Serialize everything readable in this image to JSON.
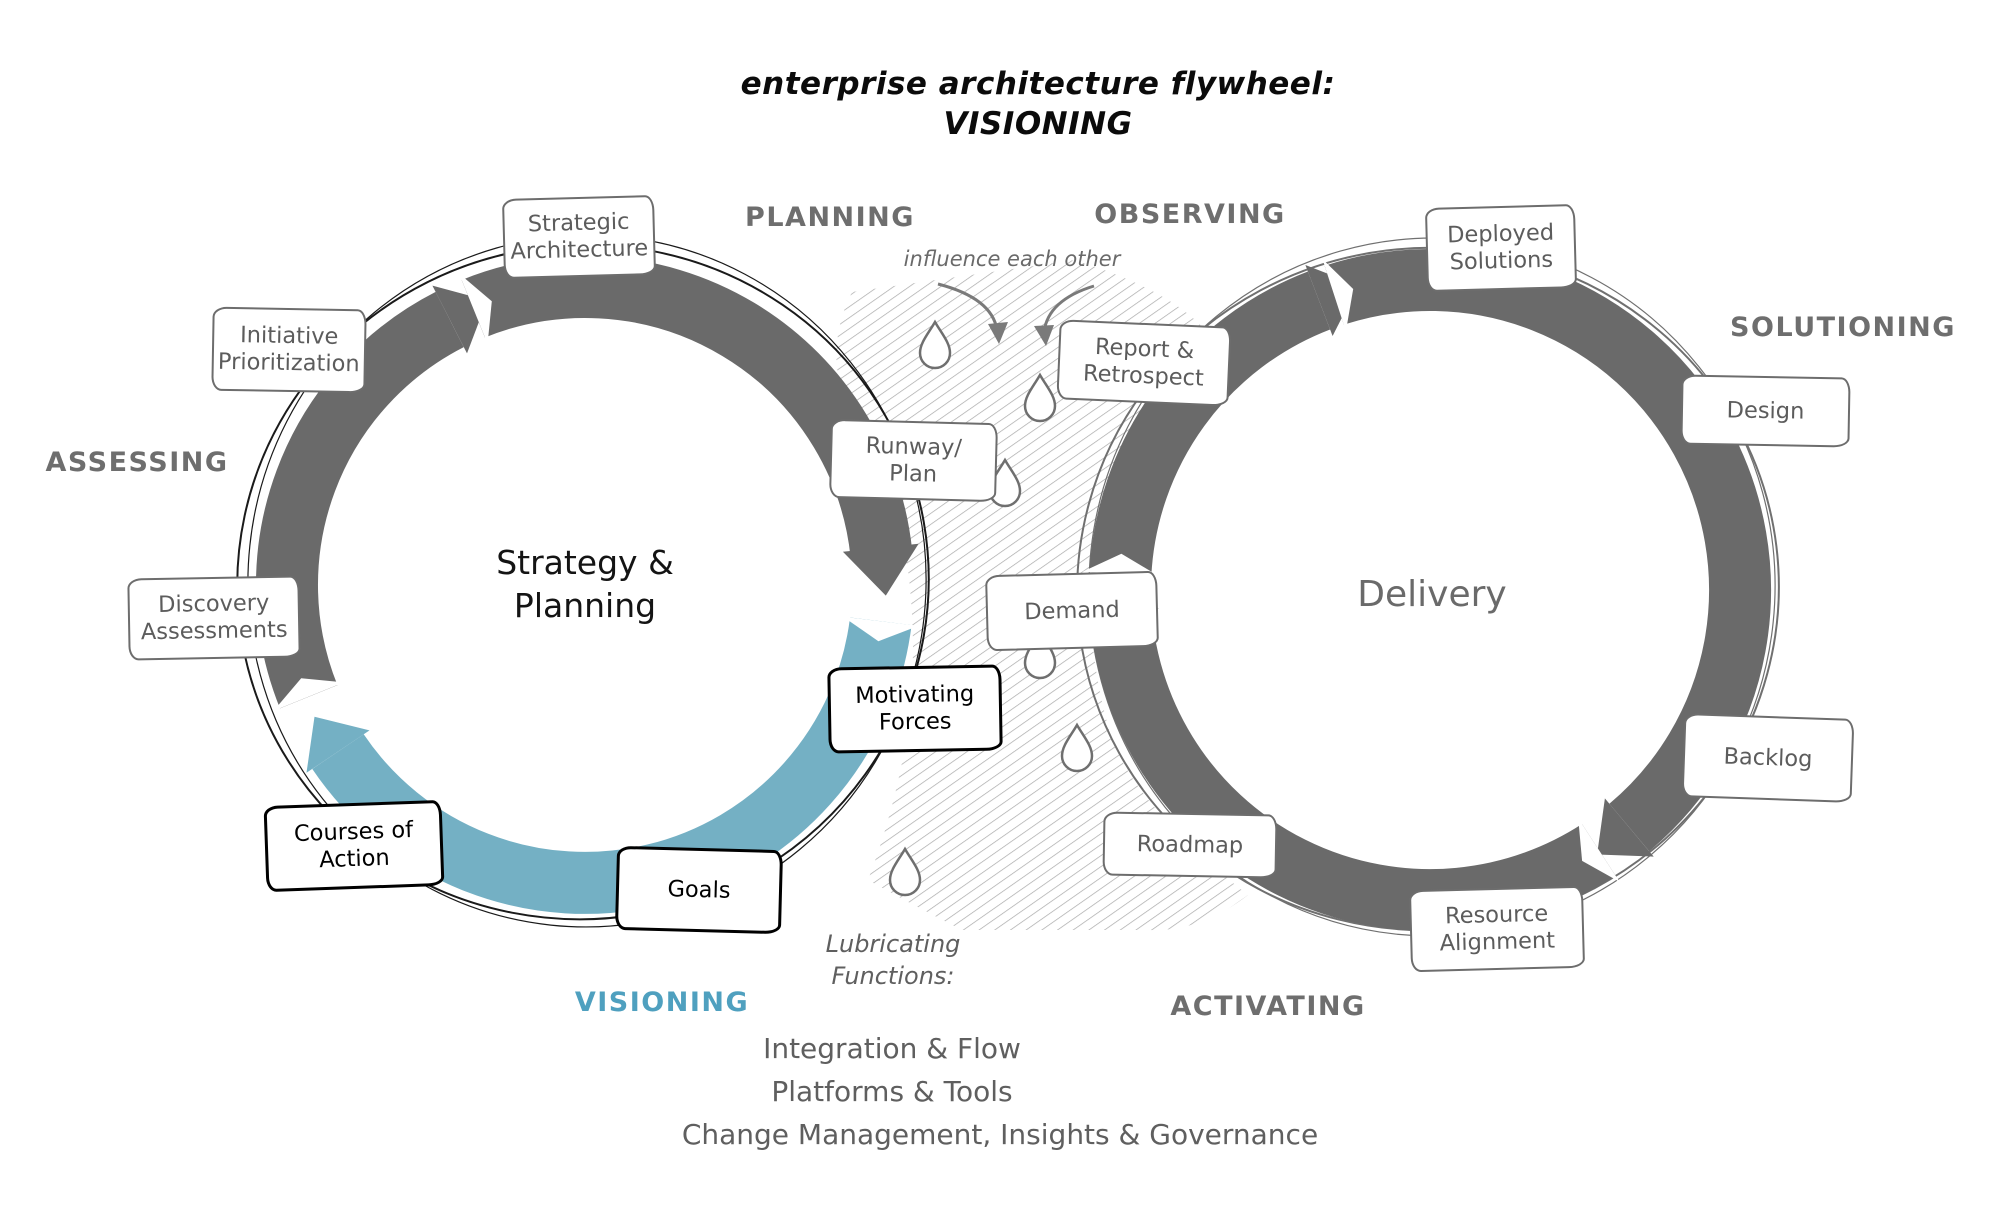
{
  "title": {
    "line1": "enterprise architecture flywheel:",
    "line2": "VISIONING"
  },
  "center_note": {
    "influence": "influence each other"
  },
  "wheels": {
    "left": {
      "center_label": "Strategy &\nPlanning",
      "phase_planning": "PLANNING",
      "phase_assessing": "ASSESSING",
      "phase_visioning": "VISIONING"
    },
    "right": {
      "center_label": "Delivery",
      "phase_observing": "OBSERVING",
      "phase_solutioning": "SOLUTIONING",
      "phase_activating": "ACTIVATING"
    }
  },
  "nodes": {
    "strategic_architecture": "Strategic\nArchitecture",
    "initiative_prioritization": "Initiative\nPrioritization",
    "discovery_assessments": "Discovery\nAssessments",
    "runway_plan": "Runway/\nPlan",
    "courses_of_action": "Courses of\nAction",
    "goals": "Goals",
    "motivating_forces": "Motivating\nForces",
    "report_retrospect": "Report &\nRetrospect",
    "demand": "Demand",
    "roadmap": "Roadmap",
    "deployed_solutions": "Deployed\nSolutions",
    "design": "Design",
    "backlog": "Backlog",
    "resource_alignment": "Resource\nAlignment"
  },
  "lubricating": {
    "heading": "Lubricating\nFunctions:",
    "item_1": "Integration & Flow",
    "item_2": "Platforms & Tools",
    "item_3": "Change Management, Insights & Governance"
  },
  "colors": {
    "ring_gray": "#6a6a6a",
    "highlight_teal": "#74b0c4",
    "visioning_label_teal": "#4fa0bf"
  }
}
